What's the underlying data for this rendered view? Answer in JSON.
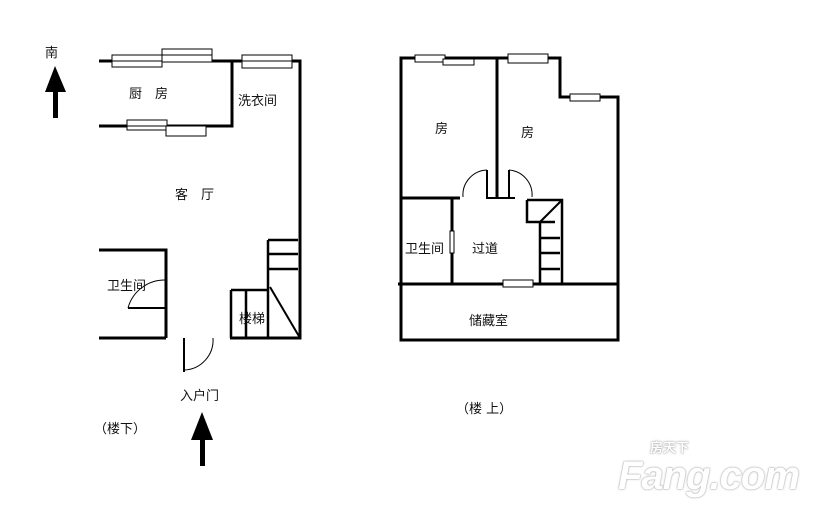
{
  "compass": {
    "label": "南"
  },
  "downstairs": {
    "caption": "（楼下）",
    "entrance_label": "入户门",
    "rooms": {
      "kitchen": "厨　房",
      "laundry": "洗衣间",
      "living": "客　厅",
      "bathroom": "卫生间",
      "stairs": "楼梯"
    }
  },
  "upstairs": {
    "caption": "（楼 上）",
    "rooms": {
      "room_left": "房",
      "room_right": "房",
      "bathroom": "卫生间",
      "corridor": "过道",
      "storage": "储藏室"
    }
  },
  "watermark": {
    "brand": "Fang.com",
    "brand_cn": "房天下"
  }
}
